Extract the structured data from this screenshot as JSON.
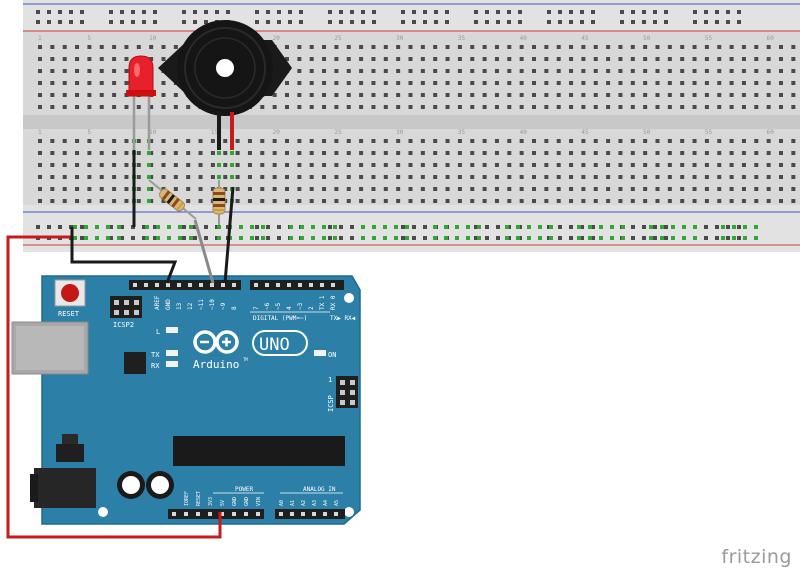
{
  "breadboard": {
    "top_column_labels": [
      "1",
      "5",
      "10",
      "15",
      "20",
      "25",
      "30",
      "35",
      "40",
      "45",
      "50",
      "55",
      "60"
    ],
    "bottom_column_labels": [
      "1",
      "5",
      "10",
      "15",
      "20",
      "25",
      "30",
      "35",
      "40",
      "45",
      "50",
      "55",
      "60"
    ]
  },
  "arduino": {
    "reset_label": "RESET",
    "icsp2_label": "ICSP2",
    "icsp_label": "ICSP",
    "icsp_pin1": "1",
    "header_labels": [
      "AREF",
      "GND",
      "13",
      "12",
      "~11",
      "~10",
      "~9",
      "8",
      "7",
      "~6",
      "~5",
      "4",
      "~3",
      "2",
      "TX 1",
      "RX 0"
    ],
    "digital_label": "DIGITAL (PWM=~)",
    "tx_rx_label": "TX▶ RX◀",
    "led_l": "L",
    "led_tx": "TX",
    "led_rx": "RX",
    "led_on": "ON",
    "brand": "Arduino",
    "tm": "TM",
    "model": "UNO",
    "power_label": "POWER",
    "analog_label": "ANALOG IN",
    "power_pins": [
      "IOREF",
      "RESET",
      "3V3",
      "5V",
      "GND",
      "GND",
      "VIN"
    ],
    "analog_pins": [
      "A0",
      "A1",
      "A2",
      "A3",
      "A4",
      "A5"
    ]
  },
  "colors": {
    "board_blue": "#2c7fa6",
    "breadboard": "#dcdcdc",
    "wire_red": "#c81a1a",
    "wire_black": "#1a1a1a",
    "wire_gray": "#8a8a8a",
    "led_red": "#e8202a"
  },
  "footer": {
    "brand": "fritzing"
  }
}
